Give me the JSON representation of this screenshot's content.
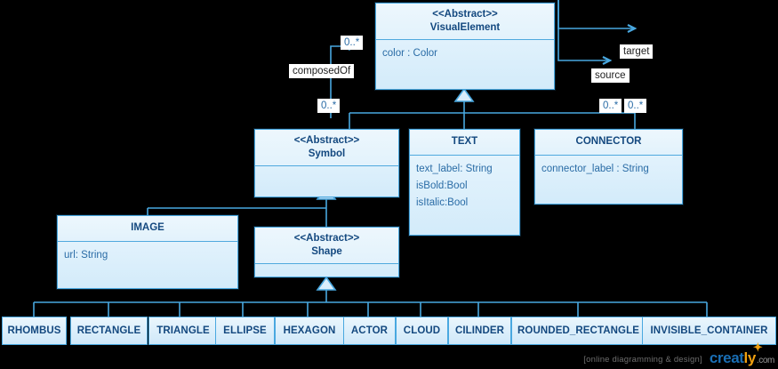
{
  "diagram": {
    "title": "VisualElement UML class diagram",
    "colors": {
      "background": "#000000",
      "box_border": "#49a8e0",
      "box_fill_top": "#eaf6fd",
      "box_fill_bottom": "#d3ebfa",
      "header_text": "#13487f",
      "body_text": "#2a6ca6",
      "line": "#49a8e0"
    }
  },
  "classes": [
    {
      "id": "visualelement",
      "stereotype": "<<Abstract>>",
      "name": "VisualElement",
      "attributes": [
        "color : Color"
      ]
    },
    {
      "id": "symbol",
      "stereotype": "<<Abstract>>",
      "name": "Symbol",
      "attributes": []
    },
    {
      "id": "text",
      "stereotype": "",
      "name": "TEXT",
      "attributes": [
        "text_label: String",
        "isBold:Bool",
        "isItalic:Bool"
      ]
    },
    {
      "id": "connector",
      "stereotype": "",
      "name": "CONNECTOR",
      "attributes": [
        "connector_label : String"
      ]
    },
    {
      "id": "image",
      "stereotype": "",
      "name": "IMAGE",
      "attributes": [
        "url: String"
      ]
    },
    {
      "id": "shape",
      "stereotype": "<<Abstract>>",
      "name": "Shape",
      "attributes": []
    }
  ],
  "shape_subclasses": [
    {
      "id": "rhombus",
      "name": "RHOMBUS"
    },
    {
      "id": "rectangle",
      "name": "RECTANGLE"
    },
    {
      "id": "triangle",
      "name": "TRIANGLE"
    },
    {
      "id": "ellipse",
      "name": "ELLIPSE"
    },
    {
      "id": "hexagon",
      "name": "HEXAGON"
    },
    {
      "id": "actor",
      "name": "ACTOR"
    },
    {
      "id": "cloud",
      "name": "CLOUD"
    },
    {
      "id": "cilinder",
      "name": "CILINDER"
    },
    {
      "id": "rounded_rectangle",
      "name": "ROUNDED_RECTANGLE"
    },
    {
      "id": "invisible_container",
      "name": "INVISIBLE_CONTAINER"
    }
  ],
  "associations": {
    "composed_of_label": "composedOf",
    "composed_of_mult_top": "0..*",
    "composed_of_mult_bottom": "0..*",
    "target_label": "target",
    "target_mult": "0..*",
    "source_label": "source",
    "source_mult": "0..*"
  },
  "watermark": {
    "tagline": "[online diagramming & design]",
    "brand_first": "creat",
    "brand_second": "ly",
    "brand_tld": ".com",
    "star": "✦"
  }
}
